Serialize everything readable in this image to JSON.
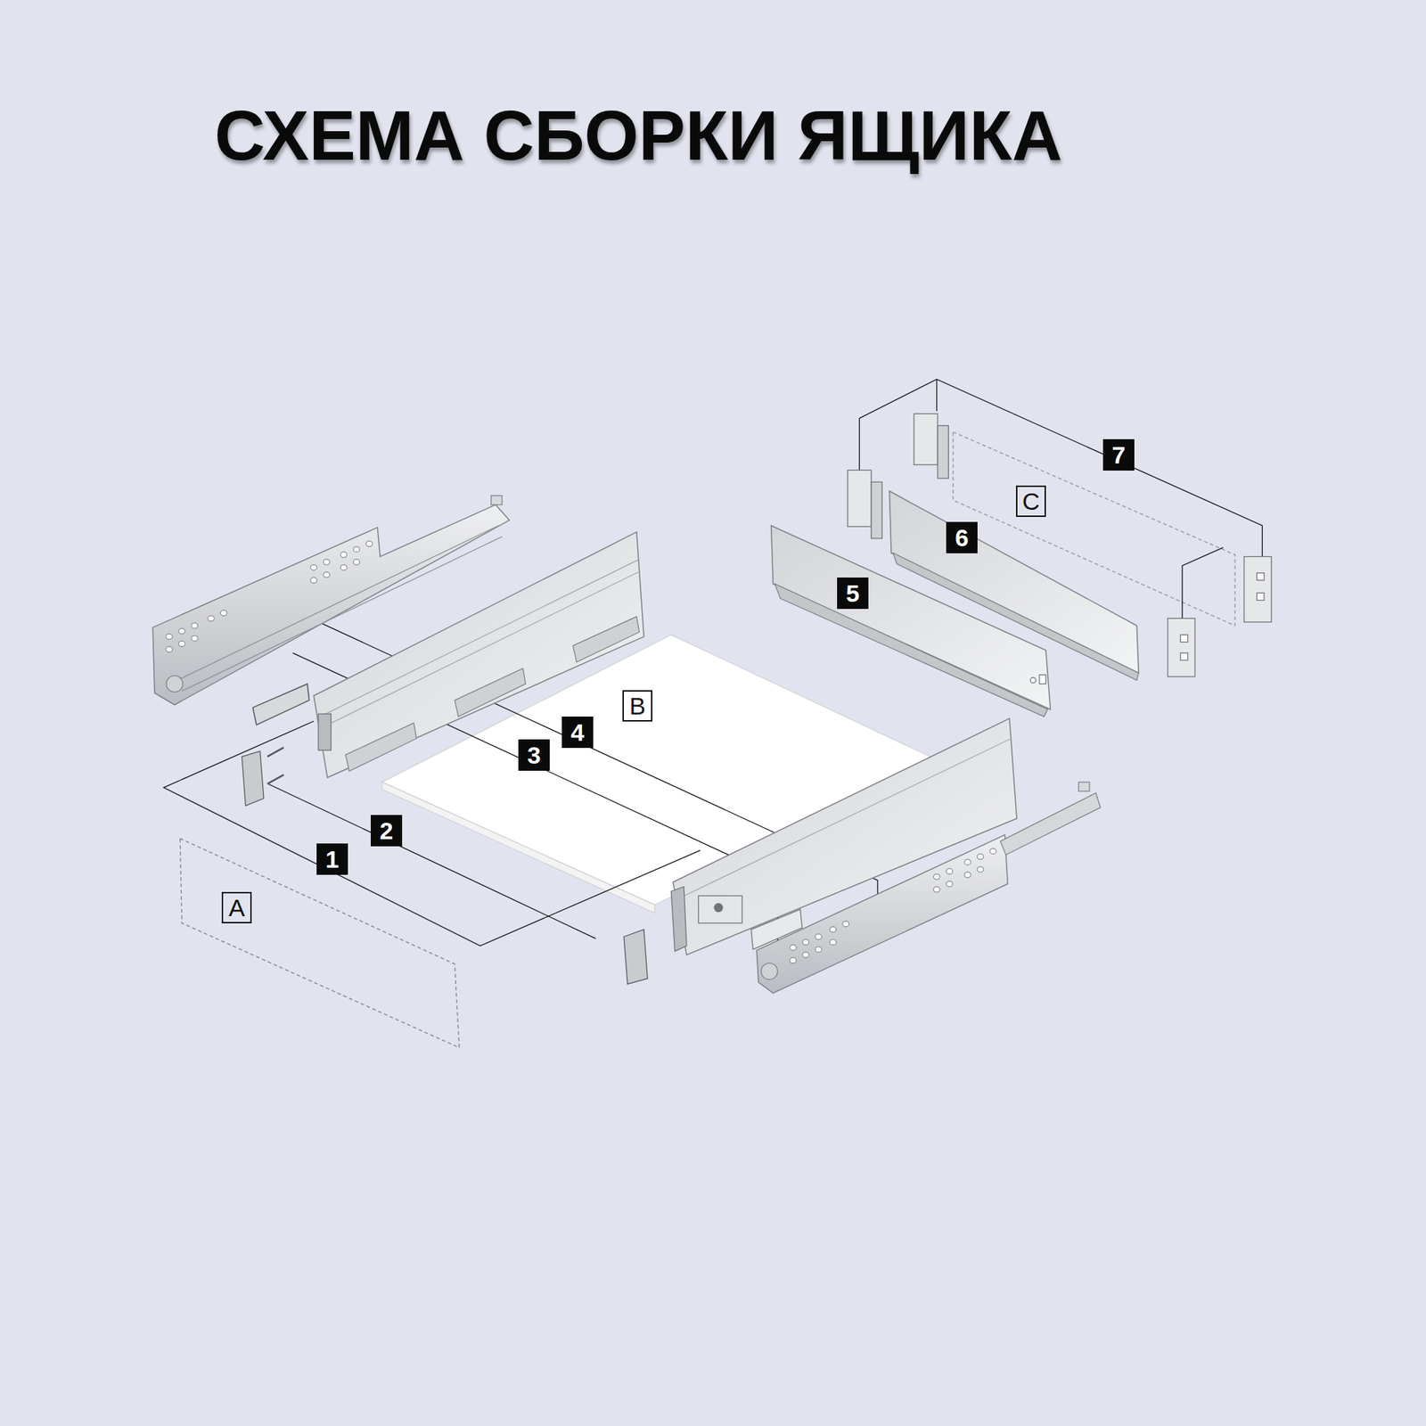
{
  "diagram": {
    "title": "СХЕМА СБОРКИ ЯЩИКА",
    "labels": [
      "7",
      "C",
      "6",
      "5",
      "B",
      "4",
      "3",
      "2",
      "1",
      "A"
    ]
  }
}
